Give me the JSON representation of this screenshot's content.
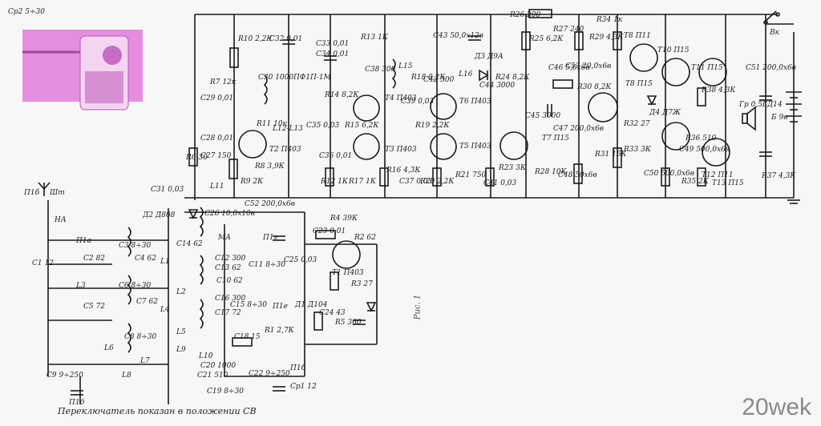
{
  "diagram": {
    "caption": "Переключатель показан в положении СВ",
    "figure_label": "Рис. 1",
    "watermark": "20wek",
    "labels": [
      "R10 2,2К",
      "C32 0,01",
      "R13 1К",
      "C33 0,01",
      "C34 0,01",
      "C38 300",
      "L15",
      "C43 50,0x12в",
      "Д3 Д9А",
      "R26 200",
      "R27 240",
      "R25 6,2К",
      "R29 4,3К",
      "R34 1к",
      "T8 П11",
      "T10 П15",
      "Вк",
      "R7 12к",
      "C30 1000",
      "ПФ1П-1М",
      "R11 10к",
      "L12-L13",
      "T2 П403",
      "C29 0,01",
      "R14 8,2К",
      "R15 6,2К",
      "T4 П403",
      "T3 П403",
      "R18 8,2К",
      "C42 300",
      "L16",
      "C39 0,03",
      "R19 2,2К",
      "T6 П403",
      "T5 П403",
      "C44 3000",
      "R24 8,2К",
      "C45 3000",
      "C46 5,0x6в",
      "C53 20,0x6в",
      "R30 8,2К",
      "T8 П15",
      "Д4 Д7Ж",
      "R38 4,3К",
      "T11 П15",
      "C51 200,0x6в",
      "Гр 0,5ГД14",
      "Б 9в",
      "C28 0,01",
      "C27 150",
      "R6 30",
      "R8 3,9К",
      "R9 2К",
      "L11",
      "C35 0,03",
      "C36 0,01",
      "R12 1К",
      "R17 1К",
      "R16 4,3К",
      "C37 0,03",
      "R20 2,2К",
      "R21 750",
      "C41 0,03",
      "R23 3К",
      "T7 П15",
      "R28 10К",
      "C47 200,0x6в",
      "C48 50x6в",
      "R31 15К",
      "R32 27",
      "R33 3К",
      "C50 500,0x6в",
      "C49 500,0x6в",
      "R35 2К",
      "R36 510",
      "T12 П11",
      "T13 П15",
      "R37 4,3К",
      "C52 200,0x6в",
      "C31 0,03",
      "C26 10,0x10в",
      "Д2 Д808",
      "П1б",
      "Шт",
      "НА",
      "C1 12",
      "П1а",
      "C2 82",
      "C3 8÷30",
      "C4 62",
      "L1",
      "L3",
      "C5 72",
      "C6 8÷30",
      "C7 62",
      "L4",
      "L6",
      "C8 8÷30",
      "L7",
      "L8",
      "МА",
      "C12 300",
      "C11 8÷30",
      "C13 62",
      "C10 62",
      "C16 300",
      "C15 8÷30",
      "C17 72",
      "C14 62",
      "L2",
      "L5",
      "L9",
      "L10",
      "C18 15",
      "R1 2,7К",
      "C20 1000",
      "C21 510",
      "C19 8÷30",
      "C22 9÷250",
      "П1г",
      "C23 0,01",
      "R2 62",
      "R4 39К",
      "T1 П403",
      "R3 27",
      "Д1 Д104",
      "C24 43",
      "R5 360",
      "C25 0,03",
      "П1е",
      "П1д",
      "C9 9÷250",
      "П1б",
      "Cp1 12",
      "Cp2 5÷30"
    ]
  }
}
